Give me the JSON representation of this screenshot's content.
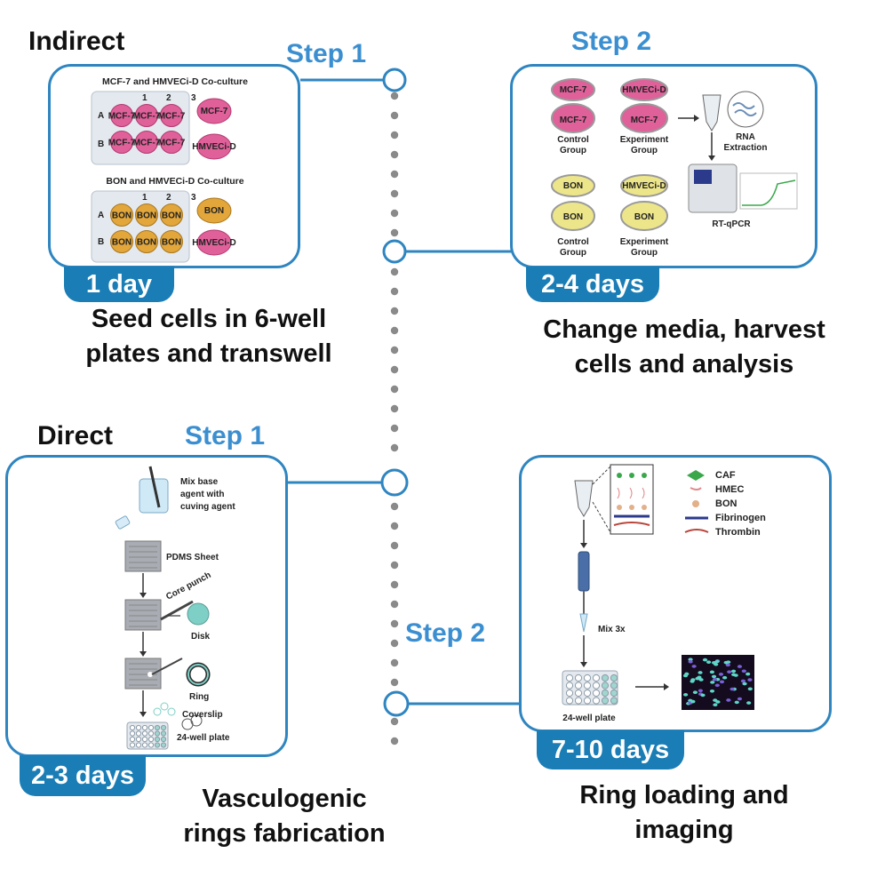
{
  "indirect": {
    "heading": "Indirect",
    "step1": {
      "label": "Step 1",
      "plate1_title": "MCF-7 and HMVECi-D Co-culture",
      "plate1_cols": [
        "1",
        "2",
        "3"
      ],
      "plate1_rows": [
        "A",
        "B"
      ],
      "plate1_well": "MCF-7",
      "plate1_insert_a": "MCF-7",
      "plate1_insert_b": "HMVECi-D",
      "plate2_title": "BON and HMVECi-D Co-culture",
      "plate2_cols": [
        "1",
        "2",
        "3"
      ],
      "plate2_rows": [
        "A",
        "B"
      ],
      "plate2_well": "BON",
      "plate2_insert_a": "BON",
      "plate2_insert_b": "HMVECi-D",
      "duration": "1 day",
      "description_line1": "Seed cells in 6-well",
      "description_line2": "plates and transwell"
    },
    "step2": {
      "label": "Step 2",
      "control_group_label": "Control Group",
      "experiment_group_label": "Experiment Group",
      "mcf_top": "MCF-7",
      "mcf_bottom": "MCF-7",
      "exp_mcf_top": "HMVECi-D",
      "exp_mcf_bottom": "MCF-7",
      "bon_top": "BON",
      "bon_bottom": "BON",
      "exp_bon_top": "HMVECi-D",
      "exp_bon_bottom": "BON",
      "control_line1": "Control",
      "control_line2": "Group",
      "experiment_line1": "Experiment",
      "experiment_line2": "Group",
      "rna_line1": "RNA",
      "rna_line2": "Extraction",
      "qpcr": "RT-qPCR",
      "duration": "2-4 days",
      "description_line1": "Change media, harvest",
      "description_line2": "cells and analysis"
    }
  },
  "direct": {
    "heading": "Direct",
    "step1": {
      "label": "Step 1",
      "mix_line1": "Mix base",
      "mix_line2": "agent with",
      "mix_line3": "cuving agent",
      "pdms": "PDMS Sheet",
      "core_punch": "Core punch",
      "disk": "Disk",
      "ring": "Ring",
      "coverslip": "Coverslip",
      "plate": "24-well plate",
      "duration": "2-3 days",
      "description_line1": "Vasculogenic",
      "description_line2": "rings fabrication"
    },
    "step2": {
      "label": "Step 2",
      "legend": [
        "CAF",
        "HMEC",
        "BON",
        "Fibrinogen",
        "Thrombin"
      ],
      "mix": "Mix 3x",
      "plate": "24-well plate",
      "duration": "7-10 days",
      "description_line1": "Ring loading and",
      "description_line2": "imaging"
    }
  },
  "colors": {
    "accent": "#2f85c0",
    "pill": "#1a7db5",
    "step_text": "#3b8fd0",
    "timeline_dots": "#8a8a8a",
    "mcf_pink": "#e0609a",
    "bon_orange": "#e2a63a"
  }
}
